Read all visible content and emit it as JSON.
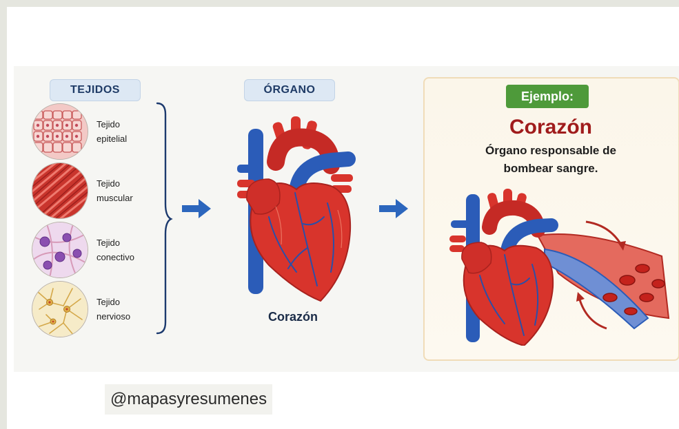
{
  "headers": {
    "tissues": "TEJIDOS",
    "organ": "ÓRGANO"
  },
  "tissues": [
    {
      "line1": "Tejido",
      "line2": "epitelial",
      "icon": "epithelial-tissue-icon"
    },
    {
      "line1": "Tejido",
      "line2": "muscular",
      "icon": "muscle-tissue-icon"
    },
    {
      "line1": "Tejido",
      "line2": "conectivo",
      "icon": "connective-tissue-icon"
    },
    {
      "line1": "Tejido",
      "line2": "nervioso",
      "icon": "nervous-tissue-icon"
    }
  ],
  "organ": {
    "caption": "Corazón",
    "icon": "heart-icon"
  },
  "example": {
    "badge": "Ejemplo:",
    "title": "Corazón",
    "desc_line1": "Órgano responsable de",
    "desc_line2": "bombear sangre."
  },
  "handle": "@mapasyresumenes",
  "colors": {
    "heart_red": "#d8342c",
    "vessel_blue": "#2b5cb8",
    "badge_green": "#4e9a3a",
    "title_red": "#a01c1c",
    "arrow_blue": "#2c66bd"
  }
}
